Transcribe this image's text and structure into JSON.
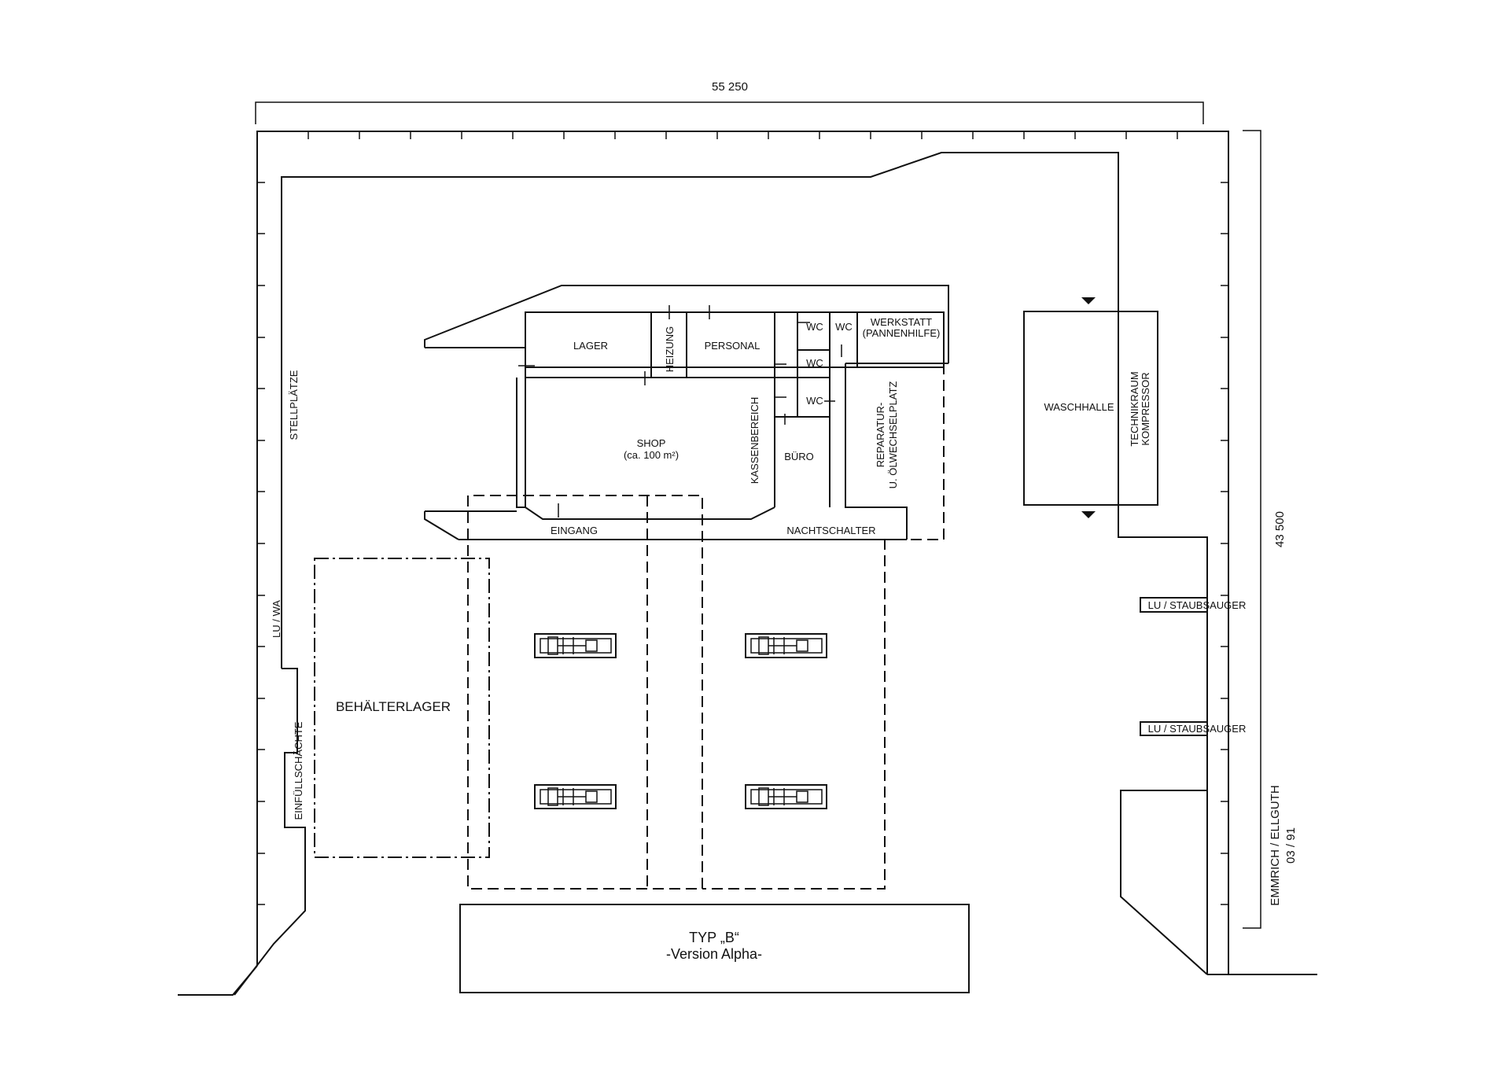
{
  "plan": {
    "dimension_width": "55 250",
    "dimension_height": "43 500",
    "author": "EMMRICH / ELLGUTH",
    "date": "03 / 91",
    "title_line1": "TYP „B“",
    "title_line2": "-Version Alpha-"
  },
  "rooms": {
    "lager": "LAGER",
    "heizung": "HEIZUNG",
    "personal": "PERSONAL",
    "wc": "WC",
    "werkstatt_line1": "WERKSTATT",
    "werkstatt_line2": "(PANNENHILFE)",
    "shop_line1": "SHOP",
    "shop_line2": "(ca. 100 m²)",
    "kassenbereich": "KASSENBEREICH",
    "buero": "BÜRO",
    "reparatur_line1": "REPARATUR-",
    "reparatur_line2": "U. ÖLWECHSELPLATZ",
    "eingang": "EINGANG",
    "nachtschalter": "NACHTSCHALTER"
  },
  "site": {
    "stellplaetze": "STELLPLÄTZE",
    "lu_wa": "LU / WA",
    "einfuellschaechte": "EINFÜLLSCHÄCHTE",
    "behaelterlager": "BEHÄLTERLAGER",
    "waschhalle": "WASCHHALLE",
    "technikraum_line1": "TECHNIKRAUM",
    "technikraum_line2": "KOMPRESSOR",
    "lu_staubsauger": "LU / STAUBSAUGER"
  }
}
